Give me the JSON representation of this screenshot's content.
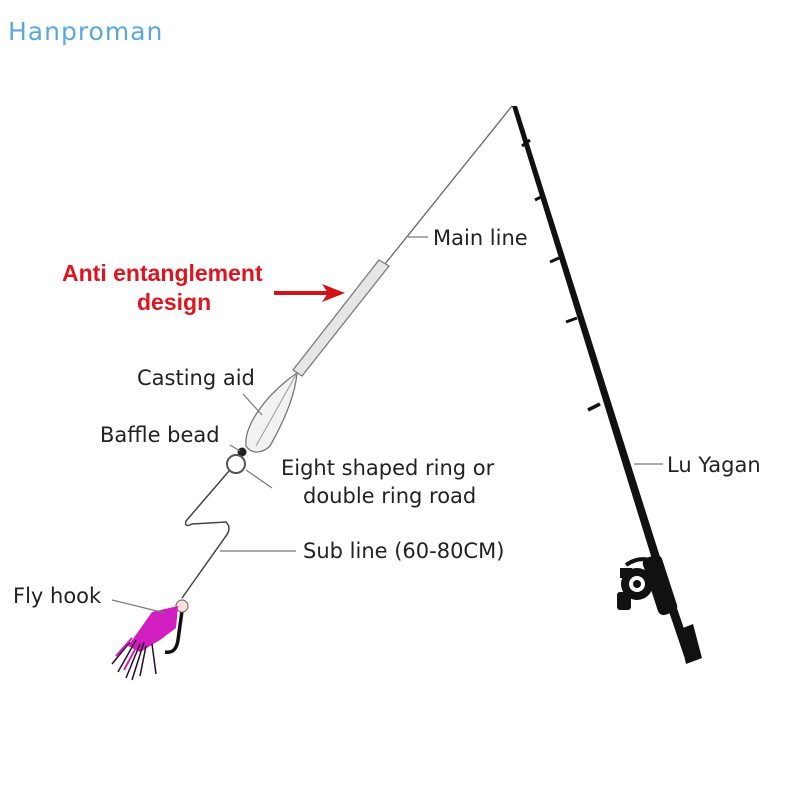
{
  "brand": "Hanproman",
  "colors": {
    "brand": "#5aa9de",
    "highlight": "#e0141e",
    "lure": "#d21ec0",
    "rod": "#111111"
  },
  "highlight": {
    "line1": "Anti entanglement",
    "line2": "design"
  },
  "labels": {
    "main_line": "Main line",
    "casting_aid": "Casting aid",
    "baffle_bead": "Baffle bead",
    "ring_line1": "Eight shaped ring or",
    "ring_line2": "double ring road",
    "sub_line": "Sub line (60-80CM)",
    "fly_hook": "Fly hook",
    "rod": "Lu Yagan"
  }
}
